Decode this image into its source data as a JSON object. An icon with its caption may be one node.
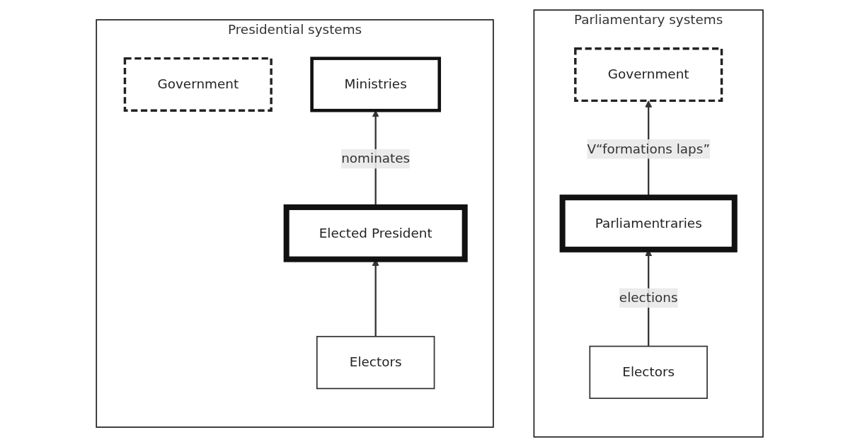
{
  "diagram": {
    "nodes": [
      {
        "text": [
          "Parliamentary systems"
        ]
      },
      {
        "text": [
          "Government"
        ],
        "in": 0
      },
      {
        "text": [
          "Parliamentraries"
        ],
        "in": 0
      },
      {
        "text": [
          "Electors"
        ],
        "in": 0
      },
      {
        "text": [
          "Presidential systems"
        ]
      },
      {
        "text": [
          "Government"
        ],
        "in": 4
      },
      {
        "text": [
          "Elected President"
        ],
        "in": 4
      },
      {
        "text": [
          "Ministries"
        ],
        "in": 4
      },
      {
        "text": [
          "Electors"
        ],
        "in": 4
      }
    ],
    "edges": [
      {
        "from": 3,
        "to": 2,
        "arrow": "to",
        "label": "elections"
      },
      {
        "from": 2,
        "to": 1,
        "arrow": "to",
        "label": "V“formations laps”"
      },
      {
        "from": 8,
        "to": 6,
        "arrow": "to"
      },
      {
        "from": 6,
        "to": 7,
        "arrow": "to",
        "label": "nominates"
      }
    ]
  }
}
